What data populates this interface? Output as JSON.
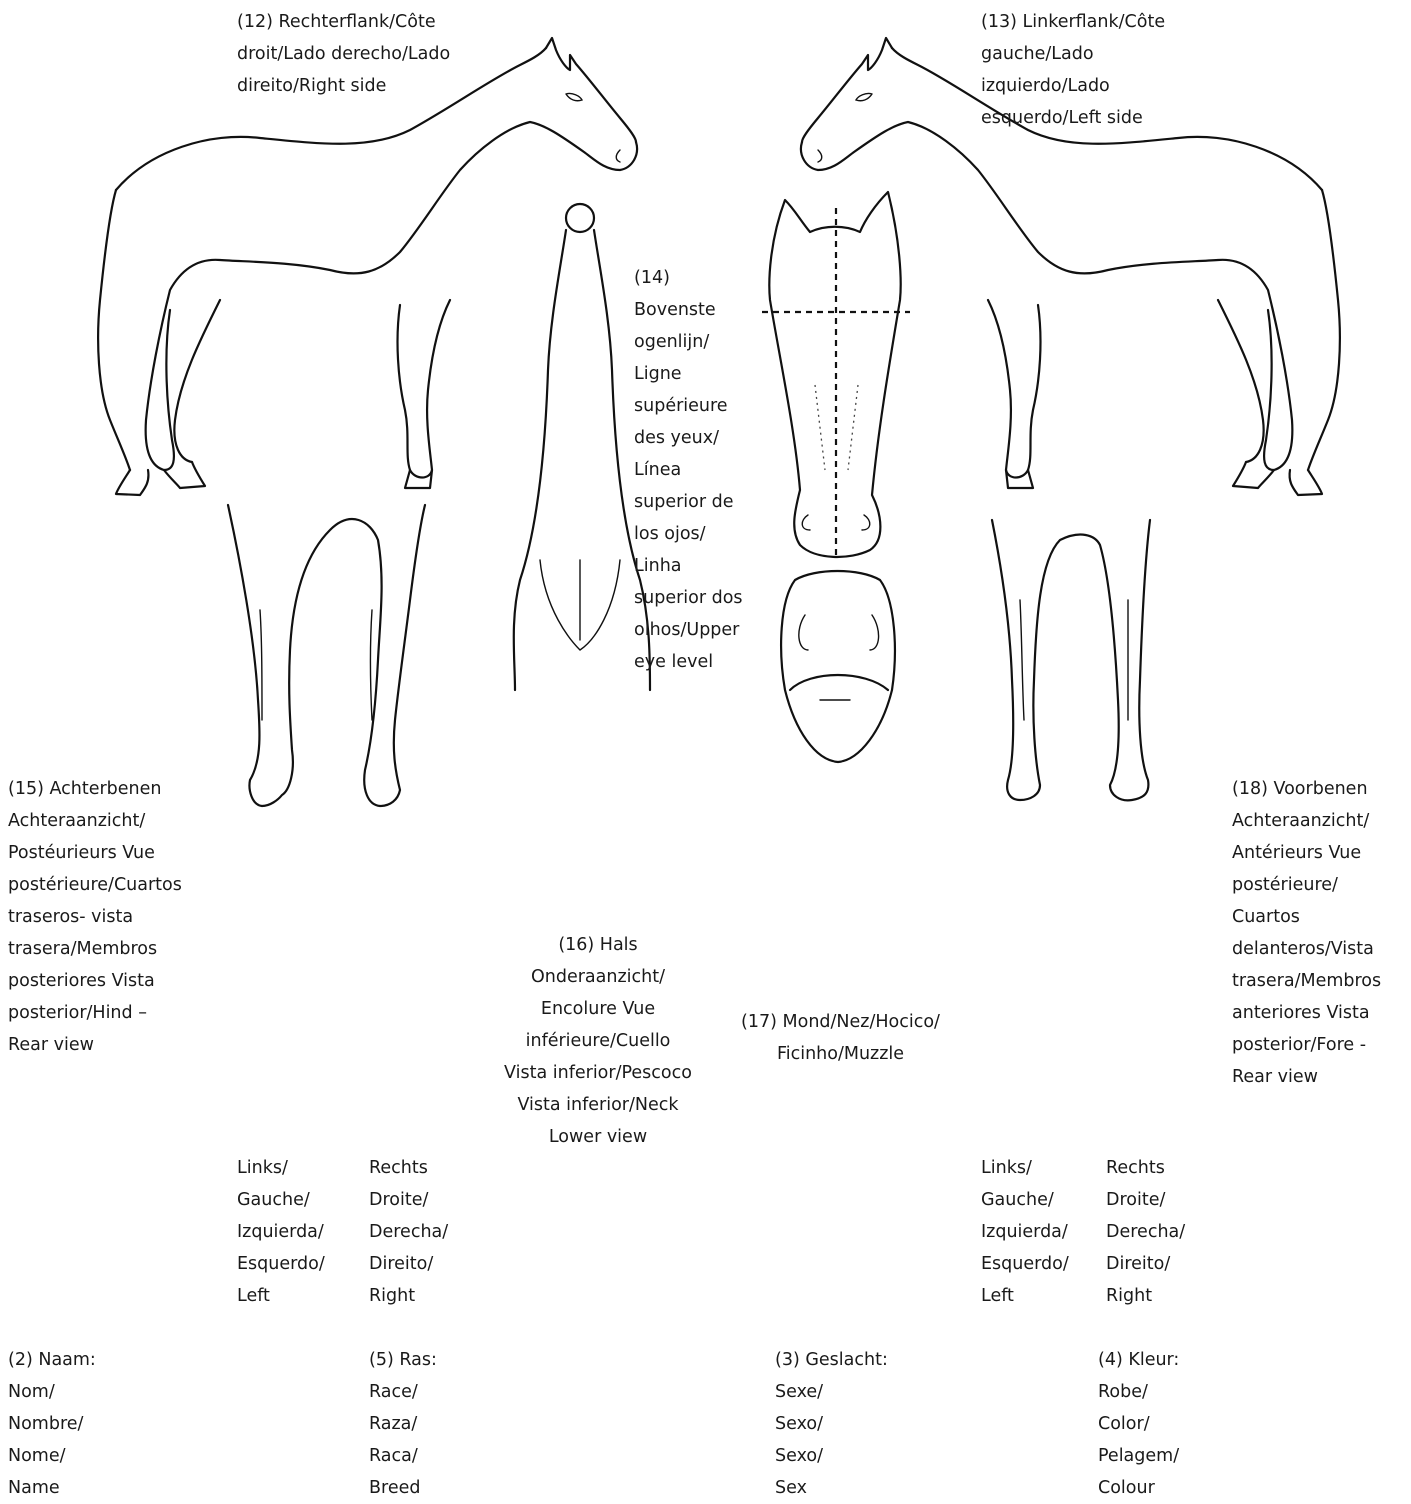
{
  "labels": {
    "right_side": "(12) Rechterflank/Côte\ndroit/Lado derecho/Lado\ndireito/Right side",
    "left_side": "(13) Linkerflank/Côte\ngauche/Lado\nizquierdo/Lado\nesquerdo/Left side",
    "eye_level": "(14)\nBovenste\nogenlijn/\nLigne\nsupérieure\ndes yeux/\nLínea\nsuperior de\nlos ojos/\nLinha\nsuperior dos\nolhos/Upper\neye level",
    "hind_rear": "(15) Achterbenen\nAchteraanzicht/\nPostéurieurs Vue\npostérieure/Cuartos\ntraseros- vista\ntrasera/Membros\nposteriores Vista\nposterior/Hind –\nRear view",
    "neck_lower": "(16) Hals\nOnderaanzicht/\nEncolure Vue\ninférieure/Cuello\nVista inferior/Pescoco\nVista inferior/Neck\nLower view",
    "muzzle": "(17) Mond/Nez/Hocico/\nFicinho/Muzzle",
    "fore_rear": "(18) Voorbenen\nAchteraanzicht/\nAntérieurs Vue\npostérieure/\nCuartos\ndelanteros/Vista\ntrasera/Membros\nanteriores Vista\nposterior/Fore -\nRear view",
    "hind_left": "Links/\nGauche/\nIzquierda/\nEsquerdo/\nLeft",
    "hind_right": "Rechts\nDroite/\nDerecha/\nDireito/\nRight",
    "fore_left": "Links/\nGauche/\nIzquierda/\nEsquerdo/\nLeft",
    "fore_right": "Rechts\nDroite/\nDerecha/\nDireito/\nRight"
  },
  "fields": {
    "name": "(2) Naam:\nNom/\nNombre/\nNome/\nName",
    "breed": "(5) Ras:\nRace/\nRaza/\nRaca/\nBreed",
    "sex": "(3) Geslacht:\nSexe/\nSexo/\nSexo/\nSex",
    "colour": "(4) Kleur:\nRobe/\nColor/\nPelagem/\nColour"
  }
}
